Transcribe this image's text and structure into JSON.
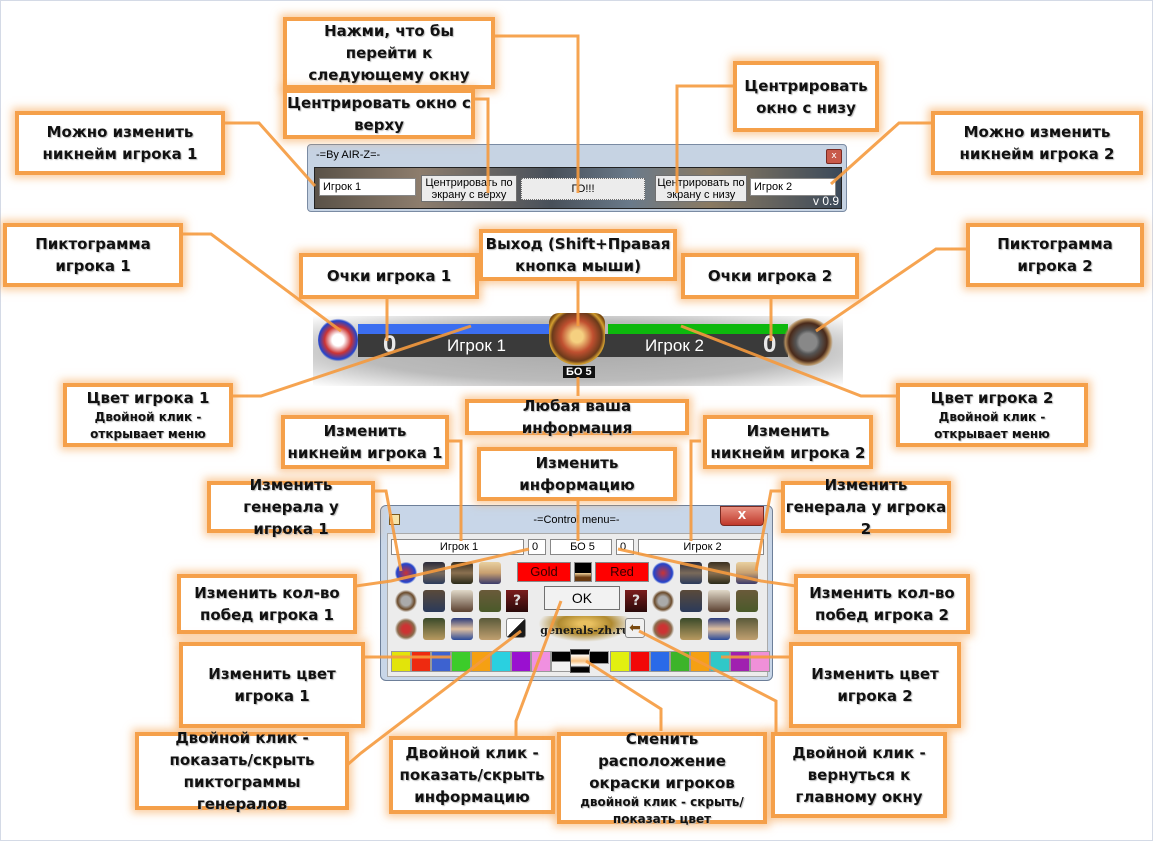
{
  "main_window": {
    "title": "-=By AIR-Z=-",
    "close_label": "x",
    "player1_field": "Игрок 1",
    "player2_field": "Игрок 2",
    "center_top_button": "Центрировать по экрану с верху",
    "go_button": "ГО!!!",
    "center_bottom_button": "Центрировать по экрану с низу",
    "version": "v 0.9"
  },
  "score_bar": {
    "player1_name": "Игрок 1",
    "player2_name": "Игрок 2",
    "player1_score": "0",
    "player2_score": "0",
    "info_text": "БО 5",
    "player1_color": "#3b6ef0",
    "player2_color": "#0db80d"
  },
  "control_menu": {
    "title": "-=Control menu=-",
    "close_label": "X",
    "player1_name": "Игрок 1",
    "player1_score": "0",
    "info": "БО 5",
    "player2_score": "0",
    "player2_name": "Игрок 2",
    "player1_color_button": "Gold",
    "player2_color_button": "Red",
    "ok_button": "OK",
    "logo_text": "generals-zh.ru",
    "unknown_general": "?",
    "palette_left": [
      "#e2e40a",
      "#ee2a10",
      "#3d62d0",
      "#3ccc2a",
      "#f5a012",
      "#2ad0e0",
      "#9a10d0",
      "#f090e0"
    ],
    "palette_right": [
      "#e2f010",
      "#f20808",
      "#2a6ae8",
      "#3cb42a",
      "#f5a012",
      "#30c8c8",
      "#a020b0",
      "#f090d8"
    ]
  },
  "callouts": {
    "go_hint": "Нажми, что бы перейти к следующему окну",
    "center_top": "Центрировать окно с верху",
    "center_bottom": "Центрировать окно с низу",
    "nick1": "Можно изменить никнейм игрока 1",
    "nick2": "Можно изменить никнейм игрока 2",
    "icon1": "Пиктограмма игрока 1",
    "icon2": "Пиктограмма игрока 2",
    "points1": "Очки игрока 1",
    "points2": "Очки игрока 2",
    "exit": "Выход  (Shift+Правая кнопка мыши)",
    "color1_title": "Цвет игрока 1",
    "color1_sub": "Двойной клик - открывает меню",
    "color2_title": "Цвет игрока 2",
    "color2_sub": "Двойной клик - открывает меню",
    "any_info": "Любая ваша информация",
    "change_nick1": "Изменить никнейм игрока 1",
    "change_nick2": "Изменить никнейм игрока 2",
    "change_info": "Изменить информацию",
    "change_general1": "Изменить генерала у игрока 1",
    "change_general2": "Изменить генерала у игрока 2",
    "wins1": "Изменить кол-во побед игрока 1",
    "wins2": "Изменить кол-во побед игрока 2",
    "color_change1": "Изменить цвет игрока 1",
    "color_change2": "Изменить цвет игрока 2",
    "toggle_generals": "Двойной клик - показать/скрыть пиктограммы генералов",
    "toggle_info": "Двойной клик - показать/скрыть информацию",
    "swap_title": "Сменить расположение окраски игроков",
    "swap_sub": "двойной клик - скрыть/показать цвет",
    "back_main": "Двойной клик - вернуться к главному окну"
  }
}
